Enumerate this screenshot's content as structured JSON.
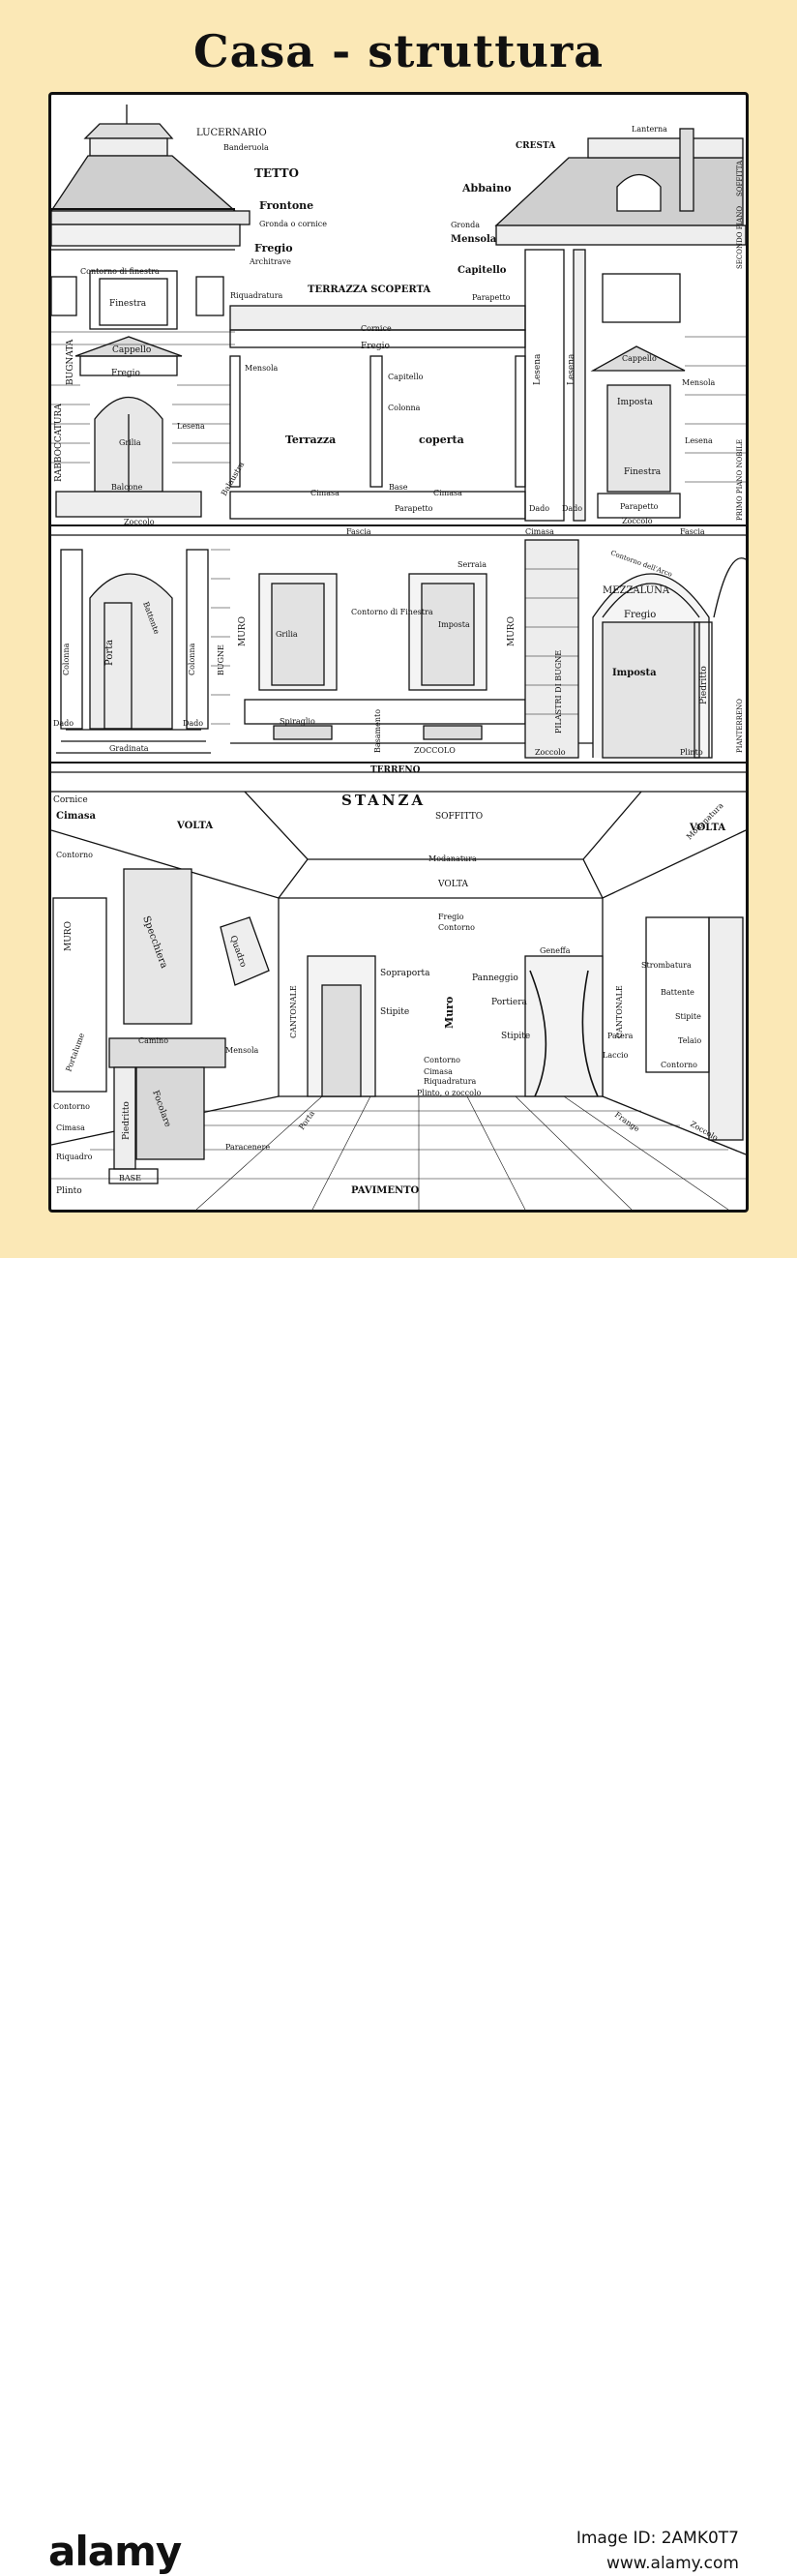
{
  "title": "Casa - struttura",
  "footer": {
    "logo": "alamy",
    "image_id": "Image ID: 2AMK0T7",
    "site": "www.alamy.com"
  },
  "colors": {
    "background": "#fbe8b6",
    "ink": "#111111"
  },
  "labels": [
    "LUCERNARIO",
    "Banderuola",
    "TETTO",
    "Frontone",
    "Gronda o cornice",
    "Fregio",
    "Architrave",
    "Contorno di finestra",
    "Finestra",
    "Riquadratura",
    "Cappello",
    "Fregio",
    "BUGNATA",
    "RABBOCCATURA",
    "Lesena",
    "Grilia",
    "Balaustra",
    "Balcone",
    "Zoccolo",
    "Colonna",
    "Porta",
    "Battente",
    "Gradinata",
    "Dado",
    "Colonna",
    "Dado",
    "BUGNE",
    "TERRAZZA SCOPERTA",
    "Parapetto",
    "Cornice",
    "Fregio",
    "Mensola",
    "Capitello",
    "Colonna",
    "Terrazza",
    "coperta",
    "Base",
    "Cimasa",
    "Cimasa",
    "Parapetto",
    "Fascia",
    "MURO",
    "Grilia",
    "Contorno di Finestra",
    "Serraia",
    "Imposta",
    "MURO",
    "Basamento",
    "ZOCCOLO",
    "Spiraglio",
    "TERRENO",
    "CRESTA",
    "Lanterna",
    "Abbaino",
    "Gronda",
    "Mensola",
    "Capitello",
    "Lesena",
    "Lesena",
    "Cappello",
    "Imposta",
    "Mensola",
    "Lesena",
    "Finestra",
    "Parapetto",
    "Zoccolo",
    "Dado",
    "Dado",
    "Cimasa",
    "Fascia",
    "PILASTRI DI BUGNE",
    "Contorno dell'Arco",
    "MEZZALUNA",
    "Fregio",
    "Imposta",
    "Piedritto",
    "Zoccolo",
    "Plinto",
    "SECONDO PIANO",
    "SOFFITTA",
    "PRIMO PIANO NOBILE",
    "PIANTERRENO",
    "STANZA",
    "SOFFITTO",
    "VOLTA",
    "VOLTA",
    "Modanatura",
    "Modanatura",
    "VOLTA",
    "Cornice",
    "Cimasa",
    "Contorno",
    "Fregio",
    "Contorno",
    "MURO",
    "Specchiera",
    "Quadro",
    "Portalume",
    "Camino",
    "Mensola",
    "Contorno",
    "Cimasa",
    "Riquadro",
    "Plinto",
    "Piedritto",
    "Focolare",
    "BASE",
    "Paracenere",
    "CANTONALE",
    "Sopraporta",
    "Stipite",
    "Muro",
    "Panneggio",
    "Portiera",
    "Stipite",
    "Geneffa",
    "CANTONALE",
    "Patera",
    "Laccio",
    "Contorno",
    "Cimasa",
    "Riquadratura",
    "Plinto, o zoccolo",
    "Porta",
    "Strombatura",
    "Battente",
    "Stipite",
    "Telaio",
    "Contorno",
    "Frange",
    "Zoccolo",
    "PAVIMENTO"
  ]
}
